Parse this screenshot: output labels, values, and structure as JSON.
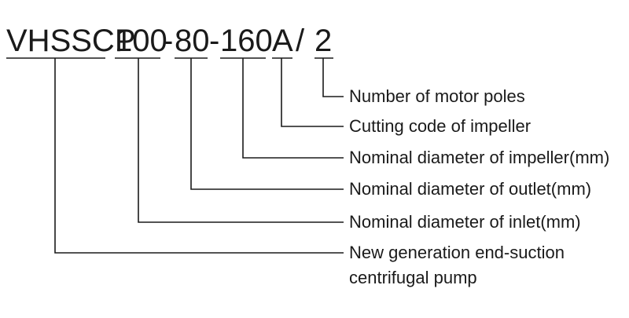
{
  "model_code": {
    "series": "VHSSCP",
    "inlet": "100",
    "dash_1": "-",
    "outlet": "80",
    "dash_2": "-",
    "impeller": "160",
    "cutting": "A",
    "slash": "/",
    "poles": "2"
  },
  "labels": {
    "motor_poles": "Number of motor poles",
    "cutting_code": "Cutting code of impeller",
    "impeller_diameter": "Nominal diameter of impeller(mm)",
    "outlet_diameter": "Nominal diameter of outlet(mm)",
    "inlet_diameter": "Nominal diameter of inlet(mm)",
    "pump_type_line1": "New generation end-suction",
    "pump_type_line2": "centrifugal pump"
  },
  "colors": {
    "ink": "#1a1a1a",
    "background": "#ffffff"
  }
}
